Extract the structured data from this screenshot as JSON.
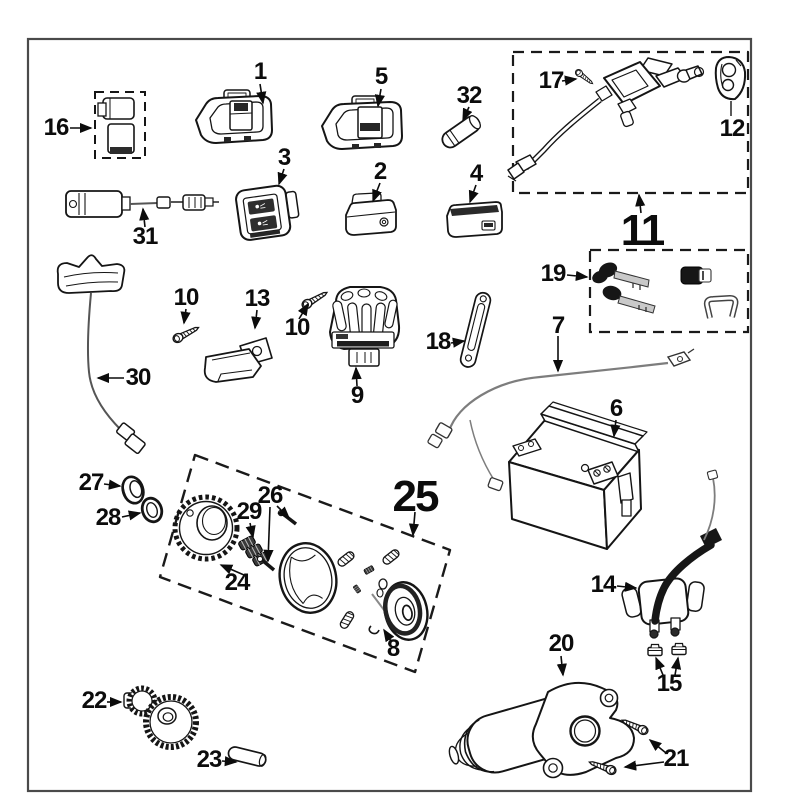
{
  "page": {
    "background": "#ffffff",
    "frame_color": "#4a4a4a",
    "line_color": "#151515",
    "wire_color": "#8a8a8a",
    "dark_fill": "#1a1a1a"
  },
  "diagram": {
    "kind": "exploded-parts-diagram",
    "callouts": [
      {
        "text": "1"
      },
      {
        "text": "5"
      },
      {
        "text": "32"
      },
      {
        "text": "17"
      },
      {
        "text": "12"
      },
      {
        "text": "16"
      },
      {
        "text": "3"
      },
      {
        "text": "2"
      },
      {
        "text": "4"
      },
      {
        "text": "31"
      },
      {
        "text": "11"
      },
      {
        "text": "19"
      },
      {
        "text": "10"
      },
      {
        "text": "13"
      },
      {
        "text": "10"
      },
      {
        "text": "18"
      },
      {
        "text": "9"
      },
      {
        "text": "7"
      },
      {
        "text": "30"
      },
      {
        "text": "6"
      },
      {
        "text": "27"
      },
      {
        "text": "28"
      },
      {
        "text": "26"
      },
      {
        "text": "29"
      },
      {
        "text": "25"
      },
      {
        "text": "24"
      },
      {
        "text": "8"
      },
      {
        "text": "14"
      },
      {
        "text": "15"
      },
      {
        "text": "20"
      },
      {
        "text": "22"
      },
      {
        "text": "21"
      },
      {
        "text": "23"
      }
    ]
  }
}
